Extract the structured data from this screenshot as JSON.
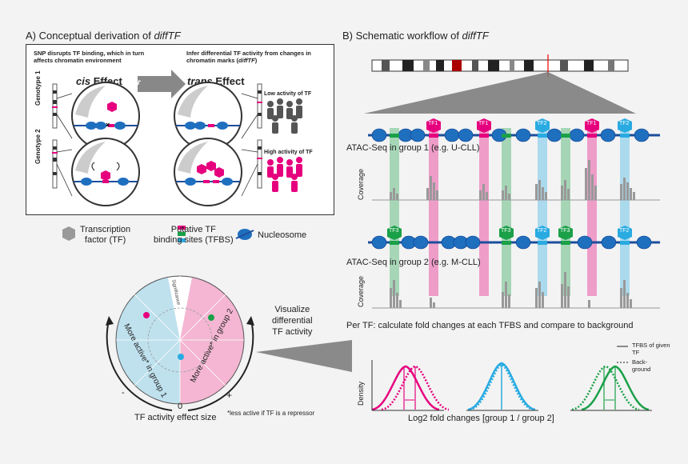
{
  "panel_a": {
    "title": "A) Conceptual derivation of ",
    "title_em": "diffTF",
    "left_header": "SNP disrupts TF binding, which in turn affects chromatin environment",
    "right_header_1": "Infer differential TF activity from changes in chromatin marks (",
    "right_header_em": "diffTF",
    "right_header_2": ")",
    "cis_label": "cis",
    "cis_effect": "Effect",
    "infer_label": "infer",
    "trans_label": "trans",
    "trans_effect": "Effect",
    "genotype1": "Genotype 1",
    "genotype2": "Genotype 2",
    "low_activity": "Low activity of TF",
    "high_activity": "High activity of TF"
  },
  "legend": {
    "tf_label_1": "Transcription",
    "tf_label_2": "factor (TF)",
    "tfbs_label_1": "Putative TF",
    "tfbs_label_2": "binding sites (TFBS)",
    "nucleosome_label": "Nucleosome"
  },
  "panel_b": {
    "title": "B) Schematic workflow of ",
    "title_em": "diffTF",
    "group1_label": "ATAC-Seq in group 1 (e.g. U-CLL)",
    "group2_label": "ATAC-Seq in group 2 (e.g. M-CLL)",
    "coverage_label": "Coverage",
    "per_tf_text": "Per TF: calculate fold changes at each TFBS and compare to background",
    "row1_tfs": [
      "TF1",
      "TF1",
      "TF2",
      "TF1",
      "TF2"
    ],
    "row2_tfs": [
      "TF3",
      "TF3",
      "TF2",
      "TF3",
      "TF2"
    ],
    "legend_tfbs": "TFBS of given TF",
    "legend_background": "Back-ground",
    "density_label": "Density",
    "xaxis_label": "Log2 fold changes [group 1 / group 2]"
  },
  "panel_c": {
    "visualize_1": "Visualize",
    "visualize_2": "differential",
    "visualize_3": "TF activity",
    "significance": "Significance",
    "group1_text": "More active* in group 1",
    "group2_text": "More active* in group 2",
    "minus": "-",
    "plus": "+",
    "zero": "0",
    "effect_size_label": "TF activity effect size",
    "footnote": "*less active if TF is a repressor"
  },
  "colors": {
    "pink": "#e6007e",
    "cyan": "#29abe2",
    "green": "#1aa048",
    "nucleosome": "#1f6fbf",
    "dna": "#1c4f9c",
    "coverage_bar": "#999999"
  }
}
